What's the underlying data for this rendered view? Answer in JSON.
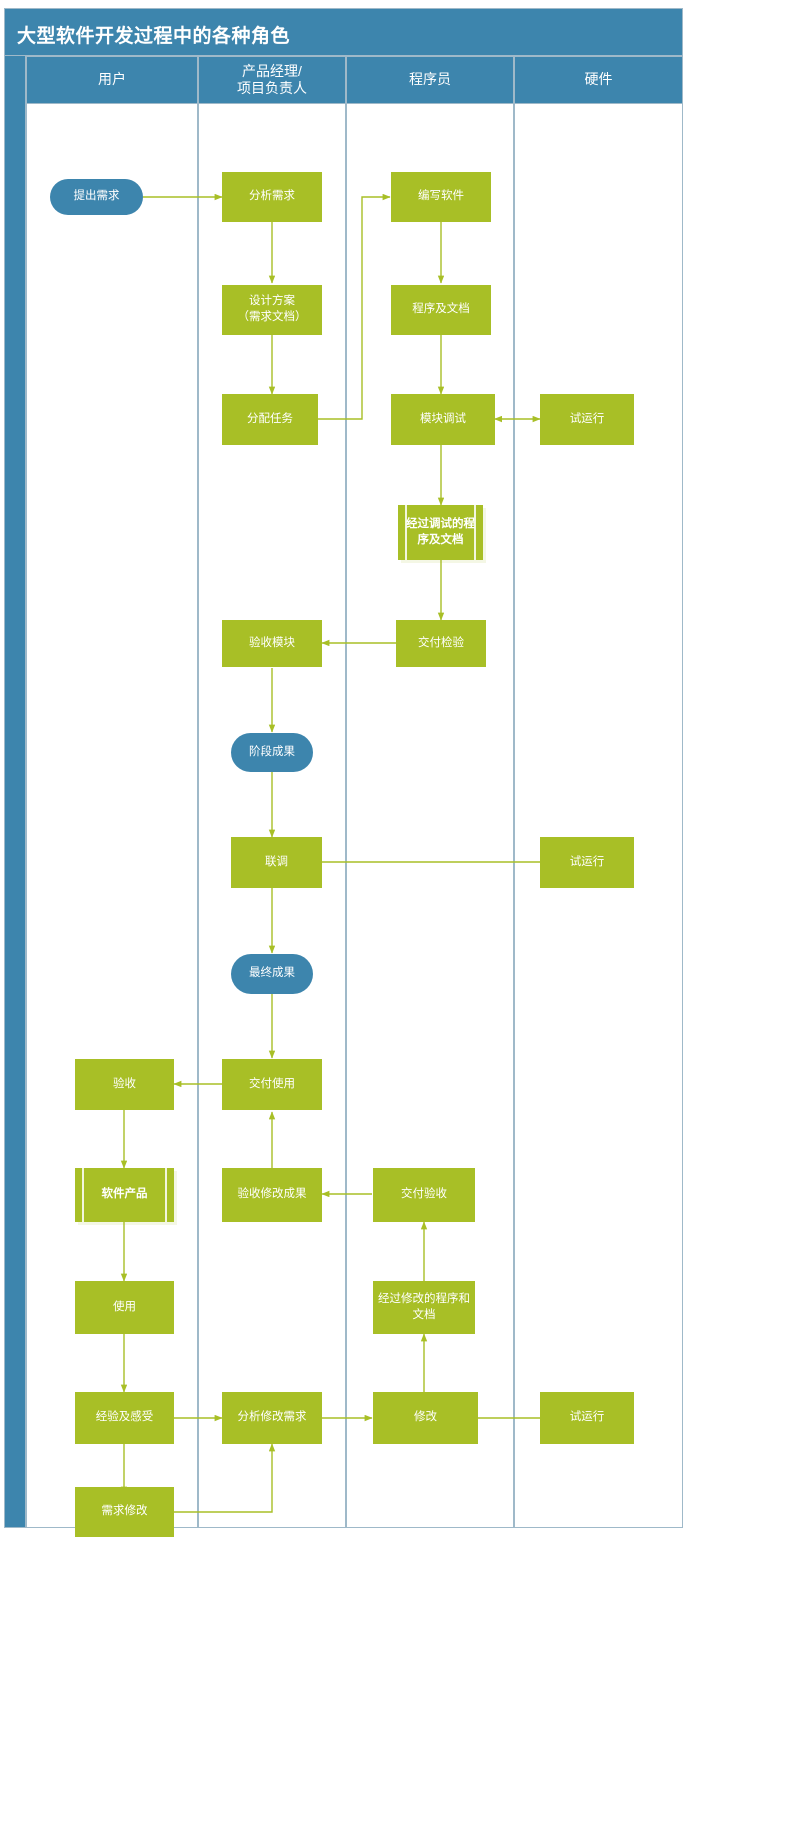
{
  "header": {
    "title": "大型软件开发过程中的各种角色",
    "lanes": [
      {
        "id": "user",
        "label": "用户"
      },
      {
        "id": "pm",
        "label": "产品经理/\n项目负责人",
        "line1": "产品经理/",
        "line2": "项目负责人"
      },
      {
        "id": "dev",
        "label": "程序员"
      },
      {
        "id": "hw",
        "label": "硬件"
      }
    ]
  },
  "colors": {
    "header_blue": "#3D85AD",
    "process_green": "#A8BF26",
    "terminator_blue": "#3D85AD",
    "connector_green": "#A8BF26",
    "lane_border": "#9fb9c9",
    "canvas": "#ffffff",
    "text_on_shape": "#ffffff"
  },
  "chart_data": {
    "type": "diagram",
    "title": "大型软件开发过程中的各种角色",
    "lanes": [
      "用户",
      "产品经理/项目负责人",
      "程序员",
      "硬件"
    ],
    "nodes": [
      {
        "id": "n1",
        "label": "提出需求",
        "lane": "用户",
        "shape": "terminator"
      },
      {
        "id": "n2",
        "label": "分析需求",
        "lane": "产品经理/项目负责人",
        "shape": "process"
      },
      {
        "id": "n3",
        "label": "设计方案\n（需求文档）",
        "lane": "产品经理/项目负责人",
        "shape": "process"
      },
      {
        "id": "n4",
        "label": "分配任务",
        "lane": "产品经理/项目负责人",
        "shape": "process"
      },
      {
        "id": "n5",
        "label": "编写软件",
        "lane": "程序员",
        "shape": "process"
      },
      {
        "id": "n6",
        "label": "程序及文档",
        "lane": "程序员",
        "shape": "process"
      },
      {
        "id": "n7",
        "label": "模块调试",
        "lane": "程序员",
        "shape": "process"
      },
      {
        "id": "n8",
        "label": "试运行",
        "lane": "硬件",
        "shape": "process"
      },
      {
        "id": "n9",
        "label": "经过调试的程\n序及文档",
        "lane": "程序员",
        "shape": "predefined-process"
      },
      {
        "id": "n10",
        "label": "交付检验",
        "lane": "程序员",
        "shape": "process"
      },
      {
        "id": "n11",
        "label": "验收模块",
        "lane": "产品经理/项目负责人",
        "shape": "process"
      },
      {
        "id": "n12",
        "label": "阶段成果",
        "lane": "产品经理/项目负责人",
        "shape": "terminator"
      },
      {
        "id": "n13",
        "label": "联调",
        "lane": "产品经理/项目负责人",
        "shape": "process"
      },
      {
        "id": "n14",
        "label": "试运行",
        "lane": "硬件",
        "shape": "process"
      },
      {
        "id": "n15",
        "label": "最终成果",
        "lane": "产品经理/项目负责人",
        "shape": "terminator"
      },
      {
        "id": "n16",
        "label": "交付使用",
        "lane": "产品经理/项目负责人",
        "shape": "process"
      },
      {
        "id": "n17",
        "label": "验收",
        "lane": "用户",
        "shape": "process"
      },
      {
        "id": "n18",
        "label": "软件产品",
        "lane": "用户",
        "shape": "predefined-process"
      },
      {
        "id": "n19",
        "label": "验收修改成果",
        "lane": "产品经理/项目负责人",
        "shape": "process"
      },
      {
        "id": "n20",
        "label": "交付验收",
        "lane": "程序员",
        "shape": "process"
      },
      {
        "id": "n21",
        "label": "使用",
        "lane": "用户",
        "shape": "process"
      },
      {
        "id": "n22",
        "label": "经过修改的程序和\n文档",
        "lane": "程序员",
        "shape": "process"
      },
      {
        "id": "n23",
        "label": "经验及感受",
        "lane": "用户",
        "shape": "process"
      },
      {
        "id": "n24",
        "label": "分析修改需求",
        "lane": "产品经理/项目负责人",
        "shape": "process"
      },
      {
        "id": "n25",
        "label": "修改",
        "lane": "程序员",
        "shape": "process"
      },
      {
        "id": "n26",
        "label": "试运行",
        "lane": "硬件",
        "shape": "process"
      },
      {
        "id": "n27",
        "label": "需求修改",
        "lane": "用户",
        "shape": "process"
      }
    ],
    "edges": [
      {
        "from": "n1",
        "to": "n2",
        "dir": "one-way"
      },
      {
        "from": "n2",
        "to": "n3",
        "dir": "one-way"
      },
      {
        "from": "n3",
        "to": "n4",
        "dir": "one-way"
      },
      {
        "from": "n4",
        "to": "n5",
        "dir": "one-way"
      },
      {
        "from": "n5",
        "to": "n6",
        "dir": "one-way"
      },
      {
        "from": "n6",
        "to": "n7",
        "dir": "one-way"
      },
      {
        "from": "n7",
        "to": "n8",
        "dir": "two-way"
      },
      {
        "from": "n7",
        "to": "n9",
        "dir": "one-way"
      },
      {
        "from": "n9",
        "to": "n10",
        "dir": "one-way"
      },
      {
        "from": "n10",
        "to": "n11",
        "dir": "one-way"
      },
      {
        "from": "n11",
        "to": "n12",
        "dir": "one-way"
      },
      {
        "from": "n12",
        "to": "n13",
        "dir": "one-way"
      },
      {
        "from": "n13",
        "to": "n14",
        "dir": "two-way"
      },
      {
        "from": "n13",
        "to": "n15",
        "dir": "one-way"
      },
      {
        "from": "n15",
        "to": "n16",
        "dir": "one-way"
      },
      {
        "from": "n16",
        "to": "n17",
        "dir": "one-way"
      },
      {
        "from": "n17",
        "to": "n18",
        "dir": "one-way"
      },
      {
        "from": "n20",
        "to": "n19",
        "dir": "one-way"
      },
      {
        "from": "n19",
        "to": "n16",
        "dir": "one-way"
      },
      {
        "from": "n18",
        "to": "n21",
        "dir": "one-way"
      },
      {
        "from": "n22",
        "to": "n20",
        "dir": "one-way"
      },
      {
        "from": "n21",
        "to": "n23",
        "dir": "one-way"
      },
      {
        "from": "n25",
        "to": "n22",
        "dir": "one-way"
      },
      {
        "from": "n23",
        "to": "n24",
        "dir": "one-way"
      },
      {
        "from": "n24",
        "to": "n25",
        "dir": "one-way"
      },
      {
        "from": "n25",
        "to": "n26",
        "dir": "two-way"
      },
      {
        "from": "n23",
        "to": "n27",
        "dir": "one-way"
      },
      {
        "from": "n27",
        "to": "n24",
        "dir": "one-way"
      }
    ]
  }
}
